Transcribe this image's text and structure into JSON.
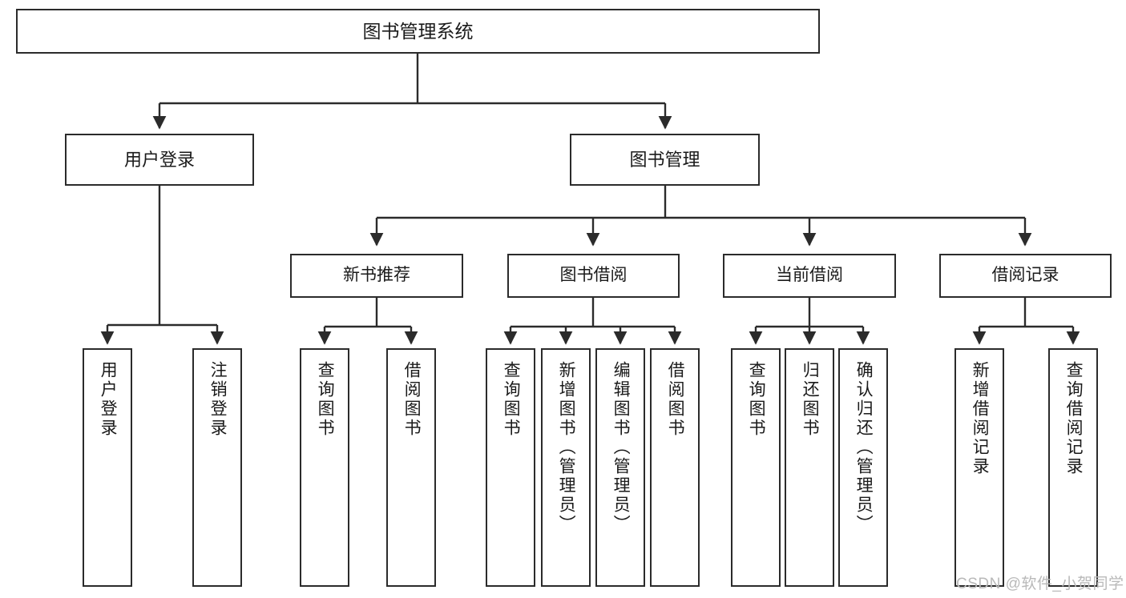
{
  "diagram": {
    "title": "图书管理系统",
    "type": "功能结构图",
    "watermark": "CSDN @软件_小贺同学",
    "colors": {
      "box_border": "#2b2b2b",
      "box_fill": "#ffffff",
      "connector": "#2b2b2b",
      "text": "#1a1a1a",
      "watermark": "#b9b9b9"
    },
    "nodes": {
      "root": {
        "label": "图书管理系统",
        "level": 1
      },
      "l2": [
        {
          "id": "user_login",
          "label": "用户登录",
          "level": 2
        },
        {
          "id": "book_manage",
          "label": "图书管理",
          "level": 2
        }
      ],
      "l3": [
        {
          "id": "new_book_rec",
          "label": "新书推荐",
          "level": 3,
          "parent": "book_manage"
        },
        {
          "id": "book_borrow",
          "label": "图书借阅",
          "level": 3,
          "parent": "book_manage"
        },
        {
          "id": "current_borrow",
          "label": "当前借阅",
          "level": 3,
          "parent": "book_manage"
        },
        {
          "id": "borrow_record",
          "label": "借阅记录",
          "level": 3,
          "parent": "book_manage"
        }
      ],
      "leaves": [
        {
          "id": "leaf_user_login",
          "label": "用户登录",
          "parent": "user_login"
        },
        {
          "id": "leaf_logout",
          "label": "注销登录",
          "parent": "user_login"
        },
        {
          "id": "leaf_query_book_1",
          "label": "查询图书",
          "parent": "new_book_rec"
        },
        {
          "id": "leaf_borrow_book_1",
          "label": "借阅图书",
          "parent": "new_book_rec"
        },
        {
          "id": "leaf_query_book_2",
          "label": "查询图书",
          "parent": "book_borrow"
        },
        {
          "id": "leaf_add_book",
          "label": "新增图书（管理员）",
          "parent": "book_borrow"
        },
        {
          "id": "leaf_edit_book",
          "label": "编辑图书（管理员）",
          "parent": "book_borrow"
        },
        {
          "id": "leaf_borrow_book_2",
          "label": "借阅图书",
          "parent": "book_borrow"
        },
        {
          "id": "leaf_query_book_3",
          "label": "查询图书",
          "parent": "current_borrow"
        },
        {
          "id": "leaf_return_book",
          "label": "归还图书",
          "parent": "current_borrow"
        },
        {
          "id": "leaf_confirm_return",
          "label": "确认归还（管理员）",
          "parent": "current_borrow"
        },
        {
          "id": "leaf_add_record",
          "label": "新增借阅记录",
          "parent": "borrow_record"
        },
        {
          "id": "leaf_query_record",
          "label": "查询借阅记录",
          "parent": "borrow_record"
        }
      ]
    }
  }
}
